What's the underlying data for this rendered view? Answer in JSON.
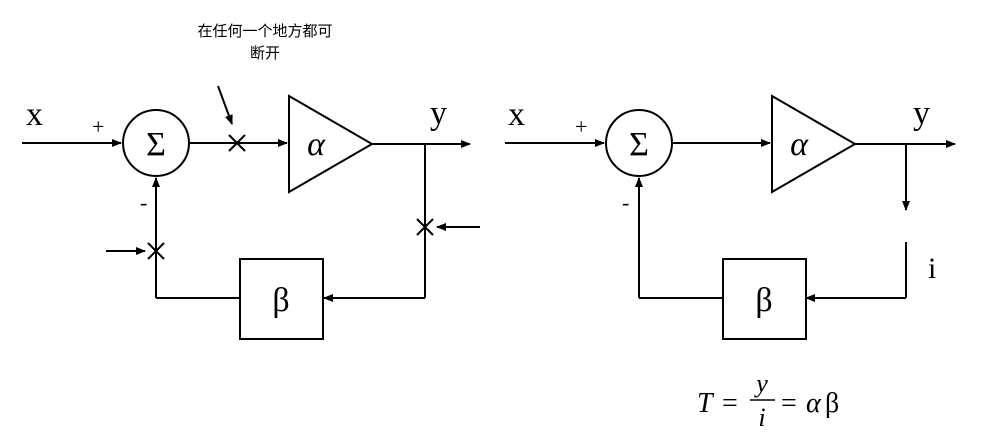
{
  "left_diagram": {
    "input_label": "x",
    "output_label": "y",
    "plus_sign": "+",
    "minus_sign": "-",
    "sum_symbol": "Σ",
    "forward_gain": "α",
    "feedback_gain": "β",
    "annotation_line1": "在任何一个地方都可",
    "annotation_line2": "断开"
  },
  "right_diagram": {
    "input_label": "x",
    "output_label": "y",
    "plus_sign": "+",
    "minus_sign": "-",
    "sum_symbol": "Σ",
    "forward_gain": "α",
    "feedback_gain": "β",
    "injection_label": "i",
    "formula": {
      "lhs": "T",
      "eq1": "=",
      "numerator": "y",
      "denominator": "i",
      "eq2": "=",
      "rhs_alpha": "α",
      "rhs_beta": "β"
    }
  }
}
